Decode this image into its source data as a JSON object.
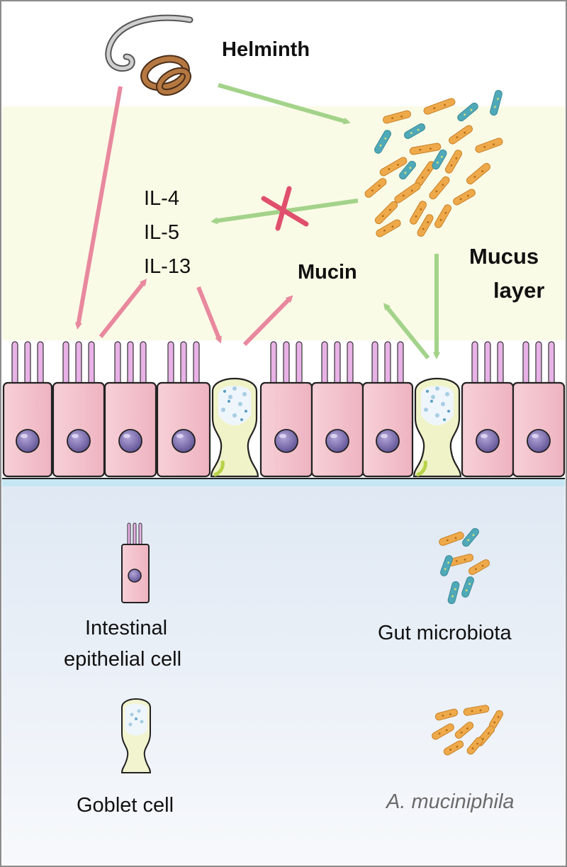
{
  "labels": {
    "helminth": "Helminth",
    "il4": "IL-4",
    "il5": "IL-5",
    "il13": "IL-13",
    "mucin": "Mucin",
    "mucus_line1": "Mucus",
    "mucus_line2": "layer"
  },
  "legend": {
    "epithelial_line1": "Intestinal",
    "epithelial_line2": "epithelial cell",
    "goblet": "Goblet cell",
    "microbiota": "Gut microbiota",
    "akkermansia": "A. muciniphila"
  },
  "colors": {
    "pink_arrow": "#e8889e",
    "green_arrow": "#a3d38a",
    "inhibition_x": "#e0506e",
    "cell_fill": "#f2c3cd",
    "nucleus": "#7a6aa8",
    "goblet_fill": "#f0f3c8",
    "microvilli": "#e8b2e6",
    "mucus_bg": "#fafbe6",
    "lumen_bg": "#e9f0f7",
    "bacteria_orange": "#eea94a",
    "bacteria_teal": "#4fa9b8"
  }
}
